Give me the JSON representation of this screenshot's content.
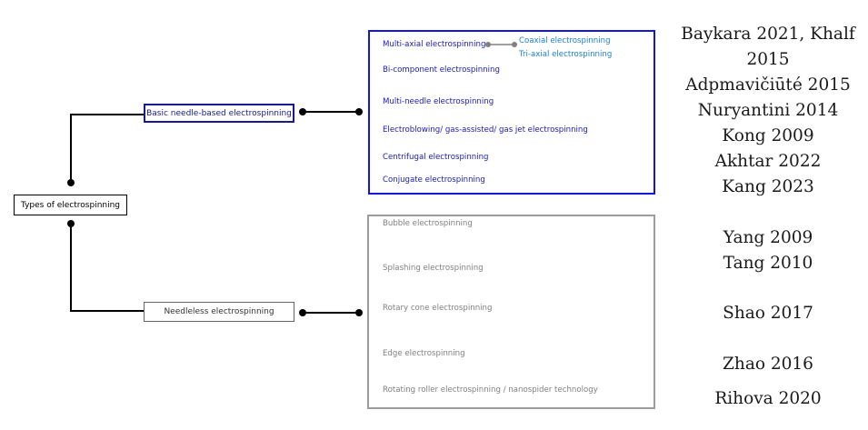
{
  "root": {
    "label": "Types of electrospinning"
  },
  "branches": {
    "needle_based": {
      "label": "Basic needle-based electrospinning",
      "items": [
        {
          "label": "Multi-axial electrospinning",
          "sub_items": [
            "Coaxial electrospinning",
            "Tri-axial electrospinning"
          ]
        },
        {
          "label": "Bi-component electrospinning"
        },
        {
          "label": "Multi-needle electrospinning"
        },
        {
          "label": "Electroblowing/ gas-assisted/ gas jet electrospinning"
        },
        {
          "label": "Centrifugal electrospinning"
        },
        {
          "label": "Conjugate electrospinning"
        }
      ]
    },
    "needleless": {
      "label": "Needleless electrospinning",
      "items": [
        {
          "label": "Bubble electrospinning"
        },
        {
          "label": "Splashing electrospinning"
        },
        {
          "label": "Rotary cone electrospinning"
        },
        {
          "label": "Edge electrospinning"
        },
        {
          "label": "Rotating roller electrospinning / nanospider technology"
        }
      ]
    }
  },
  "references": [
    "Baykara 2021, Khalf",
    "2015",
    "Adpmavičiūté 2015",
    "Nuryantini 2014",
    "Kong 2009",
    "Akhtar 2022",
    "Kang 2023",
    "Yang 2009",
    "Tang 2010",
    "Shao 2017",
    "Zhao 2016",
    "Rihova 2020"
  ],
  "colors": {
    "needle_accent": "#1515e0",
    "needle_text": "#1a1ab8",
    "sub_item_text": "#1a7fd6",
    "needleless_border": "#9c9c9c",
    "needleless_text": "#808080",
    "connector": "#000000"
  }
}
